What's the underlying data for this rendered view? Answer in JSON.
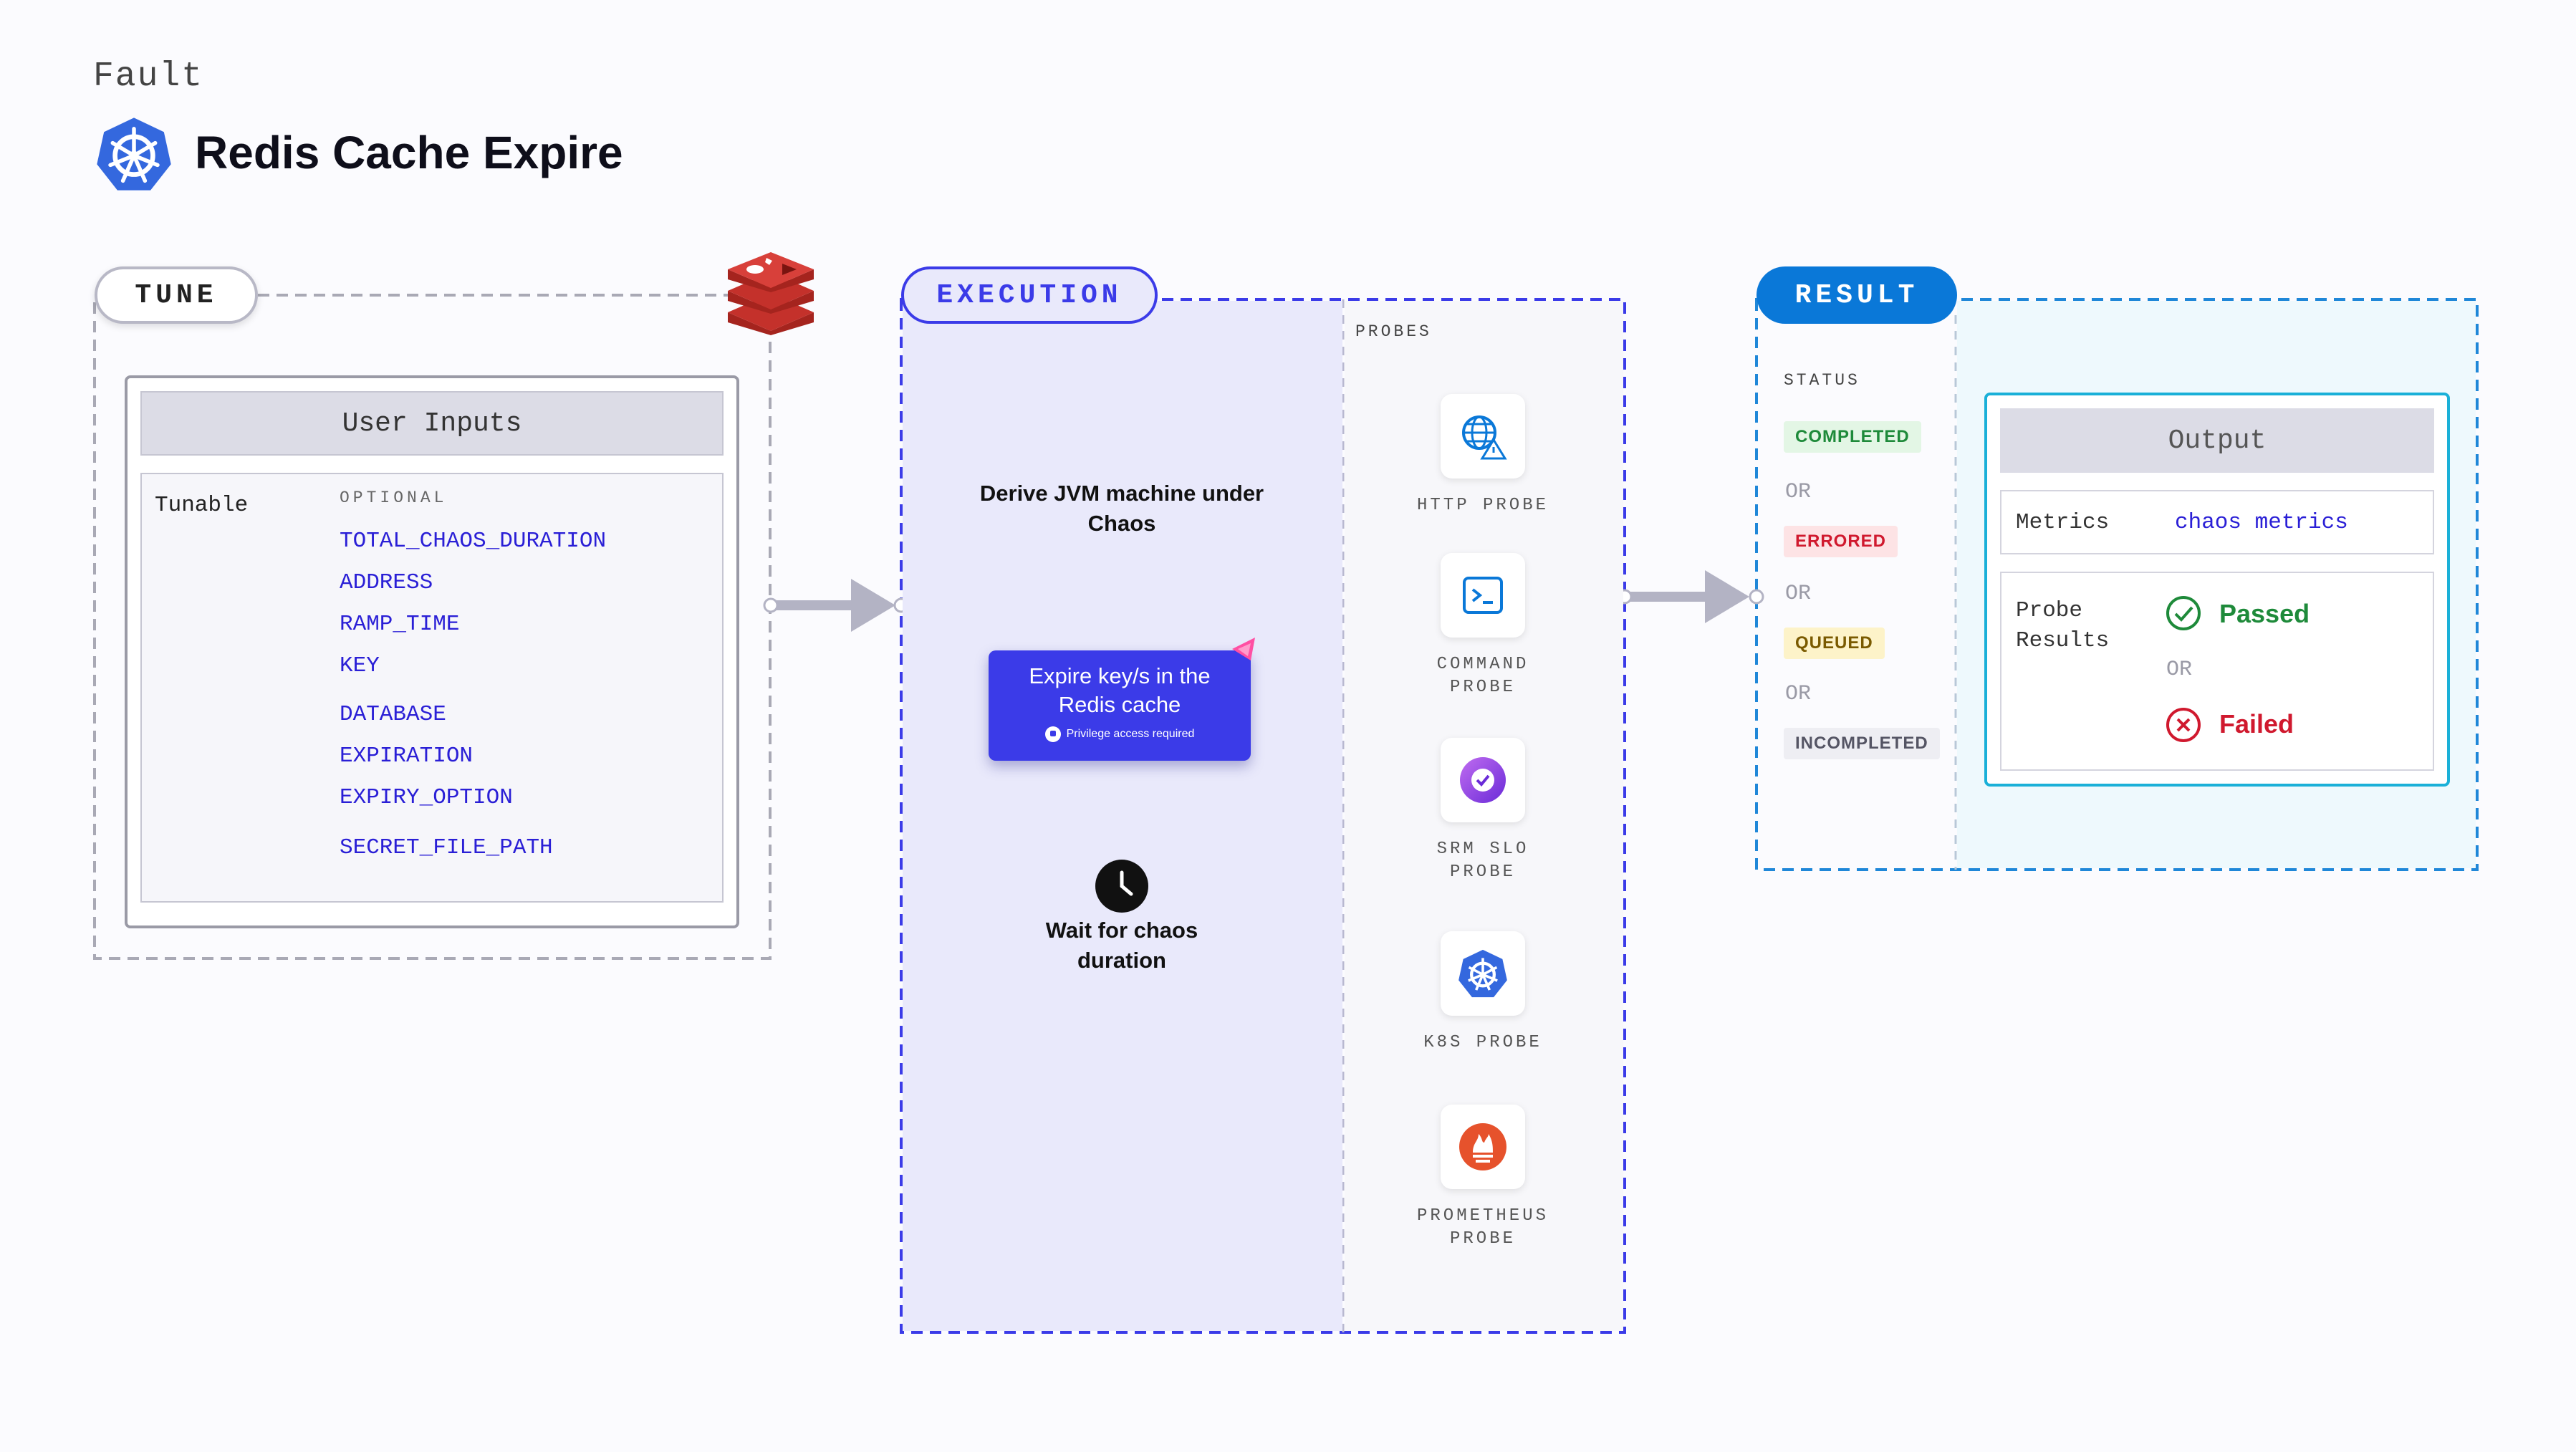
{
  "header": {
    "category": "Fault",
    "title": "Redis Cache Expire"
  },
  "tune": {
    "label": "TUNE",
    "user_inputs_title": "User Inputs",
    "tunable_label": "Tunable",
    "optional_label": "OPTIONAL",
    "tunables": [
      "TOTAL_CHAOS_DURATION",
      "ADDRESS",
      "RAMP_TIME",
      "KEY",
      "DATABASE",
      "EXPIRATION",
      "EXPIRY_OPTION",
      "SECRET_FILE_PATH"
    ]
  },
  "execution": {
    "label": "EXECUTION",
    "step1": "Derive JVM machine under Chaos",
    "action_title": "Expire key/s in the Redis cache",
    "action_note": "Privilege access required",
    "step3": "Wait for chaos duration",
    "probes_label": "PROBES",
    "probes": [
      {
        "name": "HTTP PROBE",
        "icon": "globe-icon"
      },
      {
        "name": "COMMAND\nPROBE",
        "icon": "terminal-icon"
      },
      {
        "name": "SRM SLO\nPROBE",
        "icon": "srm-icon"
      },
      {
        "name": "K8S PROBE",
        "icon": "kubernetes-icon"
      },
      {
        "name": "PROMETHEUS\nPROBE",
        "icon": "prometheus-icon"
      }
    ]
  },
  "result": {
    "label": "RESULT",
    "status_label": "STATUS",
    "statuses": [
      {
        "text": "COMPLETED",
        "bg": "#e3f6e5",
        "fg": "#1e8a3a"
      },
      {
        "text": "ERRORED",
        "bg": "#fde3e5",
        "fg": "#d0192e"
      },
      {
        "text": "QUEUED",
        "bg": "#fdf3c9",
        "fg": "#7a5a00"
      },
      {
        "text": "INCOMPLETED",
        "bg": "#eeeef3",
        "fg": "#555564"
      }
    ],
    "or_text": "OR",
    "output_title": "Output",
    "metrics_label": "Metrics",
    "metrics_value": "chaos metrics",
    "probe_results_label": "Probe\nResults",
    "passed": "Passed",
    "failed": "Failed"
  },
  "colors": {
    "accent": "#3b3be8",
    "execution_bg": "#e9e9fb",
    "result_blue": "#0a78d8",
    "redis_red": "#c4312b"
  }
}
